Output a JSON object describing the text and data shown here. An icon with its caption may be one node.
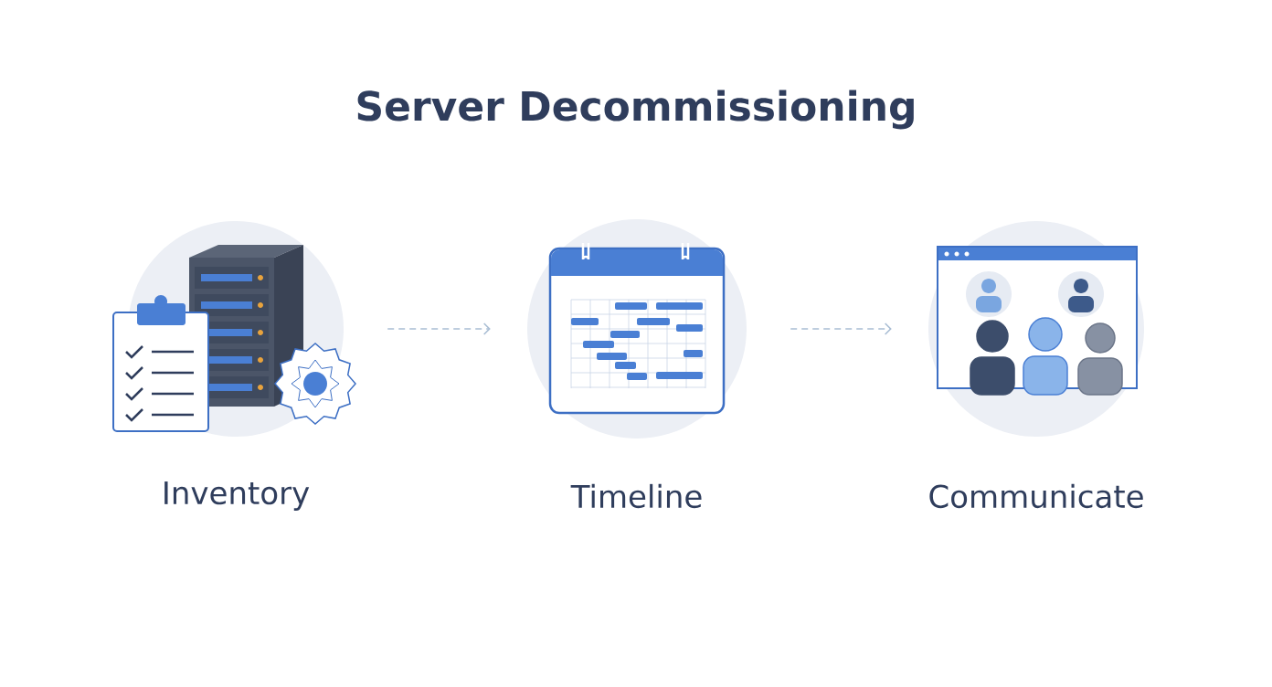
{
  "diagram": {
    "title": "Server Decommissioning",
    "nodes": [
      {
        "text": [
          "Inventory"
        ]
      },
      {
        "text": [
          "Timeline"
        ]
      },
      {
        "text": [
          "Communicate"
        ]
      }
    ],
    "edges": [
      {
        "from": 0,
        "to": 1,
        "arrow": "to",
        "style": "dashed"
      },
      {
        "from": 1,
        "to": 2,
        "arrow": "to",
        "style": "dashed"
      }
    ]
  }
}
